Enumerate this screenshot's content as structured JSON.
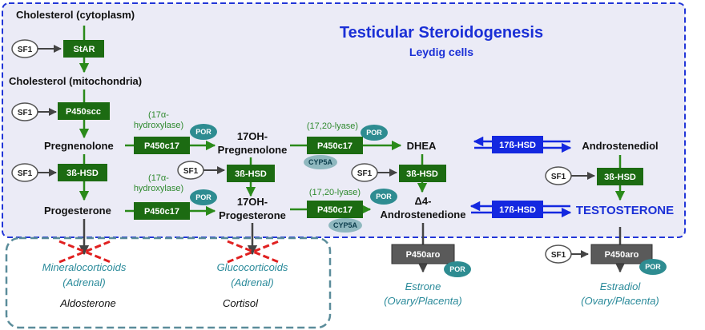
{
  "title": "Testicular Steroidogenesis",
  "subtitle": "Leydig cells",
  "nodes": {
    "chol_cyto": "Cholesterol (cytoplasm)",
    "chol_mito": "Cholesterol (mitochondria)",
    "preg": "Pregnenolone",
    "prog": "Progesterone",
    "oh_preg_1": "17OH-",
    "oh_preg_2": "Pregnenolone",
    "oh_prog_1": "17OH-",
    "oh_prog_2": "Progesterone",
    "dhea": "DHEA",
    "andro_1": "Δ4-",
    "andro_2": "Androstenedione",
    "androstenediol": "Androstenediol",
    "testosterone": "TESTOSTERONE"
  },
  "enzymes": {
    "star": "StAR",
    "p450scc": "P450scc",
    "hsd3b_1": "3ß-HSD",
    "hsd3b_2": "3ß-HSD",
    "hsd3b_3": "3ß-HSD",
    "hsd3b_4": "3ß-HSD",
    "p450c17_1": "P450c17",
    "p450c17_2": "P450c17",
    "p450c17_3": "P450c17",
    "p450c17_4": "P450c17",
    "hsd17b_1": "17ß-HSD",
    "hsd17b_2": "17ß-HSD",
    "p450aro_1": "P450aro",
    "p450aro_2": "P450aro"
  },
  "sf1_label": "SF1",
  "por_label": "POR",
  "cyp5a_label": "CYP5A",
  "notes": {
    "hydroxylase_1a": "(17α-",
    "hydroxylase_1b": "hydroxylase)",
    "hydroxylase_2a": "(17α-",
    "hydroxylase_2b": "hydroxylase)",
    "lyase_1": "(17,20-lyase)",
    "lyase_2": "(17,20-lyase)"
  },
  "outputs": {
    "mineralo_1": "Mineralocorticoids",
    "mineralo_2": "(Adrenal)",
    "aldosterone": "Aldosterone",
    "gluco_1": "Glucocorticoids",
    "gluco_2": "(Adrenal)",
    "cortisol": "Cortisol",
    "estrone_1": "Estrone",
    "estrone_2": "(Ovary/Placenta)",
    "estradiol_1": "Estradiol",
    "estradiol_2": "(Ovary/Placenta)"
  },
  "colors": {
    "enzyme_green": "#1c6b12",
    "arrow_green": "#2a8a1a",
    "hsd17_blue": "#1428e0",
    "aro_gray": "#5a5a5a",
    "cofactor_teal": "#2e8c91",
    "panel_fill": "#ebebf6",
    "panel_border": "#2236d8",
    "block_red": "#e02020",
    "adrenal_border": "#5a8c9a"
  }
}
